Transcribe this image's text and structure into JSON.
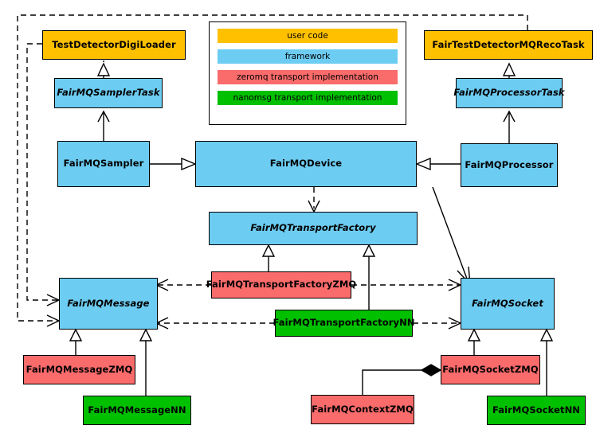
{
  "diagram": {
    "title": "FairMQ class diagram",
    "type": "uml-class-diagram",
    "colors": {
      "user_code": "#FFC000",
      "framework": "#6DCCF2",
      "zeromq": "#FA6B6B",
      "nanomsg": "#00C000",
      "background": "#FFFFFF",
      "line": "#000000"
    }
  },
  "legend": {
    "items": [
      {
        "label": "user code",
        "color_key": "user_code"
      },
      {
        "label": "framework",
        "color_key": "framework"
      },
      {
        "label": "zeromq transport implementation",
        "color_key": "zeromq"
      },
      {
        "label": "nanomsg transport implementation",
        "color_key": "nanomsg"
      }
    ]
  },
  "nodes": [
    {
      "id": "TestDetectorDigiLoader",
      "label": "TestDetectorDigiLoader",
      "category": "user_code",
      "abstract": false
    },
    {
      "id": "FairMQSamplerTask",
      "label": "FairMQSamplerTask",
      "category": "framework",
      "abstract": true
    },
    {
      "id": "FairMQSampler",
      "label": "FairMQSampler",
      "category": "framework",
      "abstract": false
    },
    {
      "id": "FairTestDetectorMQRecoTask",
      "label": "FairTestDetectorMQRecoTask",
      "category": "user_code",
      "abstract": false
    },
    {
      "id": "FairMQProcessorTask",
      "label": "FairMQProcessorTask",
      "category": "framework",
      "abstract": true
    },
    {
      "id": "FairMQProcessor",
      "label": "FairMQProcessor",
      "category": "framework",
      "abstract": false
    },
    {
      "id": "FairMQDevice",
      "label": "FairMQDevice",
      "category": "framework",
      "abstract": false
    },
    {
      "id": "FairMQTransportFactory",
      "label": "FairMQTransportFactory",
      "category": "framework",
      "abstract": true
    },
    {
      "id": "FairMQTransportFactoryZMQ",
      "label": "FairMQTransportFactoryZMQ",
      "category": "zeromq",
      "abstract": false
    },
    {
      "id": "FairMQTransportFactoryNN",
      "label": "FairMQTransportFactoryNN",
      "category": "nanomsg",
      "abstract": false
    },
    {
      "id": "FairMQMessage",
      "label": "FairMQMessage",
      "category": "framework",
      "abstract": true
    },
    {
      "id": "FairMQMessageZMQ",
      "label": "FairMQMessageZMQ",
      "category": "zeromq",
      "abstract": false
    },
    {
      "id": "FairMQMessageNN",
      "label": "FairMQMessageNN",
      "category": "nanomsg",
      "abstract": false
    },
    {
      "id": "FairMQSocket",
      "label": "FairMQSocket",
      "category": "framework",
      "abstract": true
    },
    {
      "id": "FairMQSocketZMQ",
      "label": "FairMQSocketZMQ",
      "category": "zeromq",
      "abstract": false
    },
    {
      "id": "FairMQSocketNN",
      "label": "FairMQSocketNN",
      "category": "nanomsg",
      "abstract": false
    },
    {
      "id": "FairMQContextZMQ",
      "label": "FairMQContextZMQ",
      "category": "zeromq",
      "abstract": false
    }
  ],
  "edges": [
    {
      "from": "TestDetectorDigiLoader",
      "to": "FairMQSamplerTask",
      "kind": "generalization"
    },
    {
      "from": "FairMQSampler",
      "to": "FairMQSamplerTask",
      "kind": "association"
    },
    {
      "from": "FairMQSampler",
      "to": "FairMQDevice",
      "kind": "generalization"
    },
    {
      "from": "FairTestDetectorMQRecoTask",
      "to": "FairMQProcessorTask",
      "kind": "generalization"
    },
    {
      "from": "FairMQProcessor",
      "to": "FairMQProcessorTask",
      "kind": "association"
    },
    {
      "from": "FairMQProcessor",
      "to": "FairMQDevice",
      "kind": "generalization"
    },
    {
      "from": "FairMQDevice",
      "to": "FairMQTransportFactory",
      "kind": "dependency"
    },
    {
      "from": "FairMQDevice",
      "to": "FairMQSocket",
      "kind": "association"
    },
    {
      "from": "FairMQTransportFactoryZMQ",
      "to": "FairMQTransportFactory",
      "kind": "generalization"
    },
    {
      "from": "FairMQTransportFactoryNN",
      "to": "FairMQTransportFactory",
      "kind": "generalization"
    },
    {
      "from": "FairMQTransportFactoryZMQ",
      "to": "FairMQMessage",
      "kind": "dependency"
    },
    {
      "from": "FairMQTransportFactoryZMQ",
      "to": "FairMQSocket",
      "kind": "dependency"
    },
    {
      "from": "FairMQTransportFactoryNN",
      "to": "FairMQMessage",
      "kind": "dependency"
    },
    {
      "from": "FairMQTransportFactoryNN",
      "to": "FairMQSocket",
      "kind": "dependency"
    },
    {
      "from": "TestDetectorDigiLoader",
      "to": "FairMQMessage",
      "kind": "dependency"
    },
    {
      "from": "FairTestDetectorMQRecoTask",
      "to": "FairMQMessage",
      "kind": "dependency"
    },
    {
      "from": "FairMQMessageZMQ",
      "to": "FairMQMessage",
      "kind": "generalization"
    },
    {
      "from": "FairMQMessageNN",
      "to": "FairMQMessage",
      "kind": "generalization"
    },
    {
      "from": "FairMQSocketZMQ",
      "to": "FairMQSocket",
      "kind": "generalization"
    },
    {
      "from": "FairMQSocketNN",
      "to": "FairMQSocket",
      "kind": "generalization"
    },
    {
      "from": "FairMQContextZMQ",
      "to": "FairMQSocketZMQ",
      "kind": "composition"
    }
  ]
}
